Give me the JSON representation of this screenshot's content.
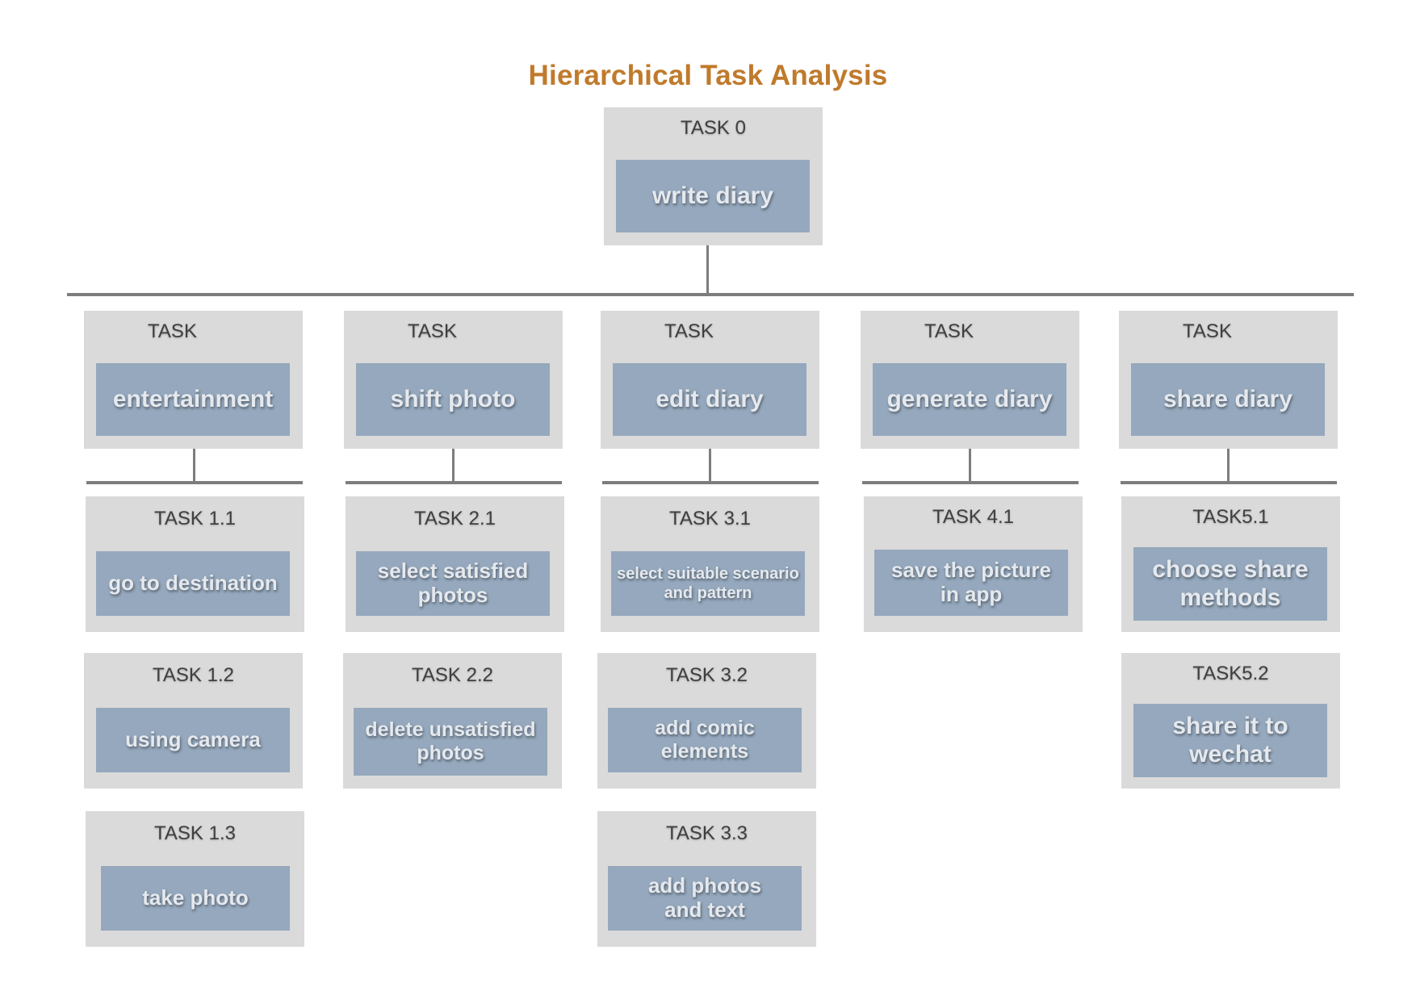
{
  "title": "Hierarchical Task Analysis",
  "root": {
    "label": "TASK 0",
    "name": "write diary"
  },
  "tasks": [
    {
      "label": "TASK",
      "name": "entertainment",
      "subtasks": [
        {
          "label": "TASK 1.1",
          "name": "go to destination"
        },
        {
          "label": "TASK 1.2",
          "name": "using camera"
        },
        {
          "label": "TASK 1.3",
          "name": "take photo"
        }
      ]
    },
    {
      "label": "TASK",
      "name": "shift photo",
      "subtasks": [
        {
          "label": "TASK 2.1",
          "name": "select satisfied photos"
        },
        {
          "label": "TASK 2.2",
          "name": "delete unsatisfied photos"
        }
      ]
    },
    {
      "label": "TASK",
      "name": "edit diary",
      "subtasks": [
        {
          "label": "TASK 3.1",
          "name": "select suitable scenario and pattern"
        },
        {
          "label": "TASK 3.2",
          "name": "add comic elements"
        },
        {
          "label": "TASK 3.3",
          "name": "add photos and text"
        }
      ]
    },
    {
      "label": "TASK",
      "name": "generate diary",
      "subtasks": [
        {
          "label": "TASK 4.1",
          "name": "save the picture in app"
        }
      ]
    },
    {
      "label": "TASK",
      "name": "share diary",
      "subtasks": [
        {
          "label": "TASK5.1",
          "name": "choose share methods"
        },
        {
          "label": "TASK5.2",
          "name": "share it to wechat"
        }
      ]
    }
  ]
}
